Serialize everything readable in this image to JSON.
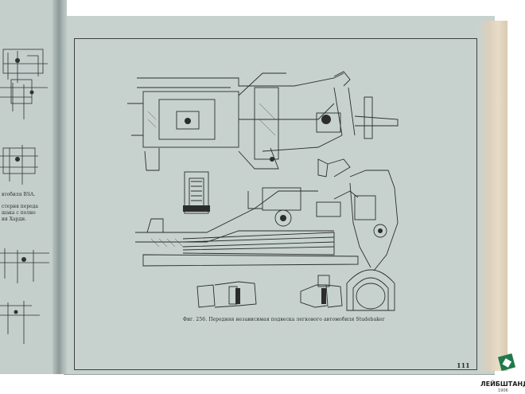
{
  "left_page": {
    "lines": [
      "втобиля BSA.",
      "стерня переда",
      "шака с полно",
      "ия Харди."
    ]
  },
  "right_page": {
    "caption": "Фиг. 256. Передняя независимая подвеска легкового автомобиля Studebaker",
    "page_number": "111"
  },
  "logo": {
    "name": "ЛЕЙБШТАНДАРТ",
    "year": "1906",
    "icon": "leibstandart-logo-icon"
  },
  "colors": {
    "page": "#c7d2cf",
    "ink": "#2b2d2c",
    "logo_green": "#1f7a4a"
  }
}
